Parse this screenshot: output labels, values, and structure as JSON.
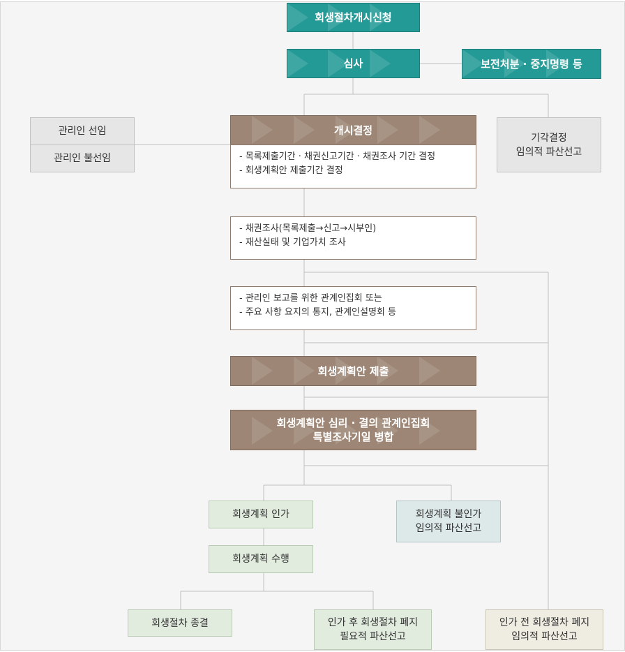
{
  "nodes": {
    "filing": "회생절차개시신청",
    "review": "심사",
    "preservation": "보전처분 · 중지명령 등",
    "commencement": "개시결정",
    "commencement_details": [
      "- 목록제출기간 · 채권신고기간 · 채권조사  기간 결정",
      "- 회생계획안 제출기간 결정"
    ],
    "manager_appointed": "관리인 선임",
    "manager_not_appointed": "관리인 불선임",
    "dismissal_line1": "기각결정",
    "dismissal_line2": "임의적 파산선고",
    "claims_review": [
      "- 채권조사(목록제출→신고→시부인)",
      "- 재산실태 및 기업가치 조사"
    ],
    "creditors_meeting": [
      "- 관리인 보고를 위한 관계인집회 또는",
      "- 주요 사항 요지의 통지, 관계인설명회 등"
    ],
    "plan_submission": "회생계획안 제출",
    "plan_hearing_line1": "회생계획안 심리 · 결의 관계인집회",
    "plan_hearing_line2": "특별조사기일 병합",
    "plan_approved": "회생계획 인가",
    "plan_rejected_line1": "회생계획 불인가",
    "plan_rejected_line2": "임의적 파산선고",
    "plan_execution": "회생계획 수행",
    "termination": "회생절차 종결",
    "post_abolition_line1": "인가 후 회생절차 폐지",
    "post_abolition_line2": "필요적 파산선고",
    "pre_abolition_line1": "인가 전 회생절차 폐지",
    "pre_abolition_line2": "임의적 파산선고"
  },
  "colors": {
    "teal": "#249a97",
    "brown": "#9d8675",
    "gray": "#e6e6e6",
    "green": "#e1ecdf",
    "bluegray": "#dde8e8",
    "beige": "#efece2",
    "connector": "#bfbfbf"
  }
}
